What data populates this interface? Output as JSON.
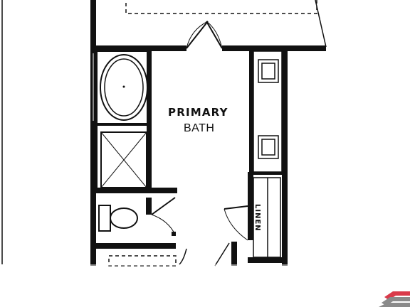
{
  "plan": {
    "room_title": "PRIMARY",
    "room_subtitle": "BATH",
    "closet_label": "LINEN"
  },
  "colors": {
    "wall": "#111111",
    "background": "#ffffff",
    "logo_red": "#d93a4a",
    "logo_gray": "#8a8a8a"
  },
  "icons": [
    "tub-icon",
    "shower-icon",
    "toilet-icon",
    "sink-icon",
    "brand-logo-icon"
  ]
}
